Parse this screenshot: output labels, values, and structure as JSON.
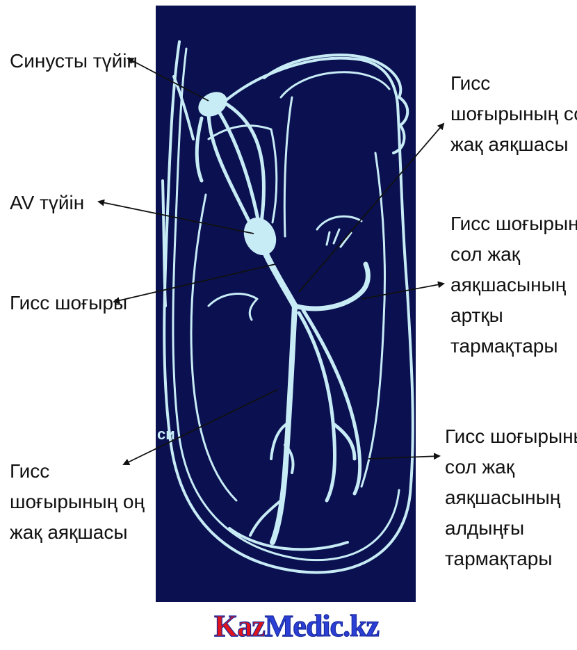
{
  "labels": {
    "sinus_node": [
      "Синусты түйін"
    ],
    "av_node": [
      "AV түйін"
    ],
    "his_bundle": [
      "Гисс шоғыры"
    ],
    "right_branch": [
      "Гисс",
      "шоғырының оң",
      "жақ аяқшасы"
    ],
    "left_branch": [
      "Гисс",
      "шоғырының сол",
      "жақ аяқшасы"
    ],
    "left_posterior": [
      "Гисс шоғырының",
      "сол жақ",
      "аяқшасының",
      "артқы",
      "тармақтары"
    ],
    "left_anterior": [
      "Гисс шоғырының",
      "сол жақ",
      "аяқшасының",
      "алдыңғы",
      "тармақтары"
    ]
  },
  "heart_panel_fragment": "си",
  "logo": {
    "part1": "Kaz",
    "part2": "Medic",
    "part3": ".kz"
  },
  "colors": {
    "panel": "#0a1050",
    "conduction": "#c8ecf6",
    "arrows": "#111111",
    "logo_red": "#e0141c",
    "logo_blue": "#2b3fd6"
  }
}
